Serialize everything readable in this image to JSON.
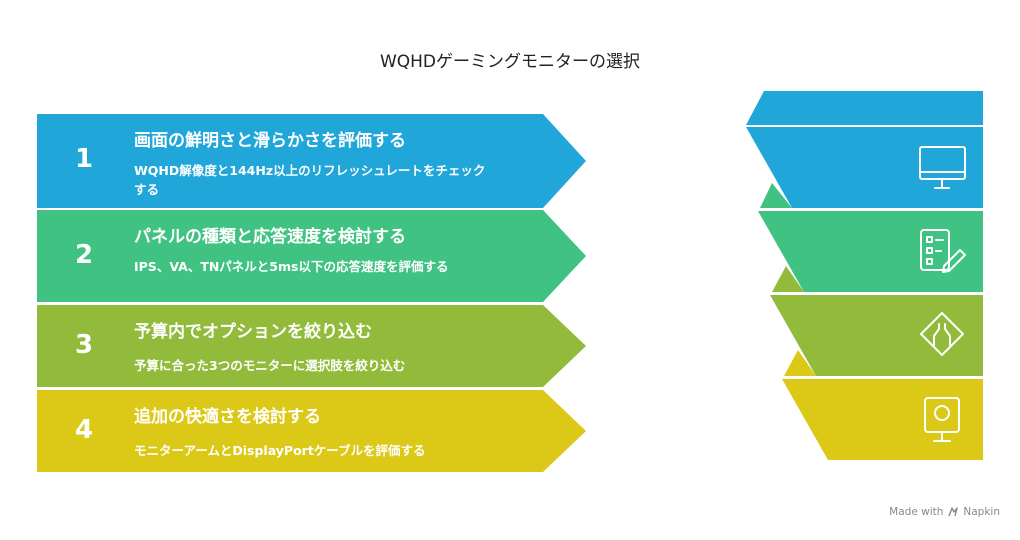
{
  "title": "WQHDゲーミングモニターの選択",
  "steps": [
    {
      "number": "1",
      "heading": "画面の鮮明さと滑らかさを評価する",
      "description": "WQHD解像度と144Hz以上のリフレッシュレートをチェックする",
      "color": "#21a6d9",
      "icon": "monitor-icon"
    },
    {
      "number": "2",
      "heading": "パネルの種類と応答速度を検討する",
      "description": "IPS、VA、TNパネルと5ms以下の応答速度を評価する",
      "color": "#3fc282",
      "icon": "checklist-pencil-icon"
    },
    {
      "number": "3",
      "heading": "予算内でオプションを絞り込む",
      "description": "予算に合った3つのモニターに選択肢を絞り込む",
      "color": "#92bb3b",
      "icon": "narrowing-road-icon"
    },
    {
      "number": "4",
      "heading": "追加の快適さを検討する",
      "description": "モニターアームとDisplayPortケーブルを評価する",
      "color": "#dcc817",
      "icon": "webcam-icon"
    }
  ],
  "footer": {
    "made_with": "Made with",
    "brand": "Napkin"
  }
}
